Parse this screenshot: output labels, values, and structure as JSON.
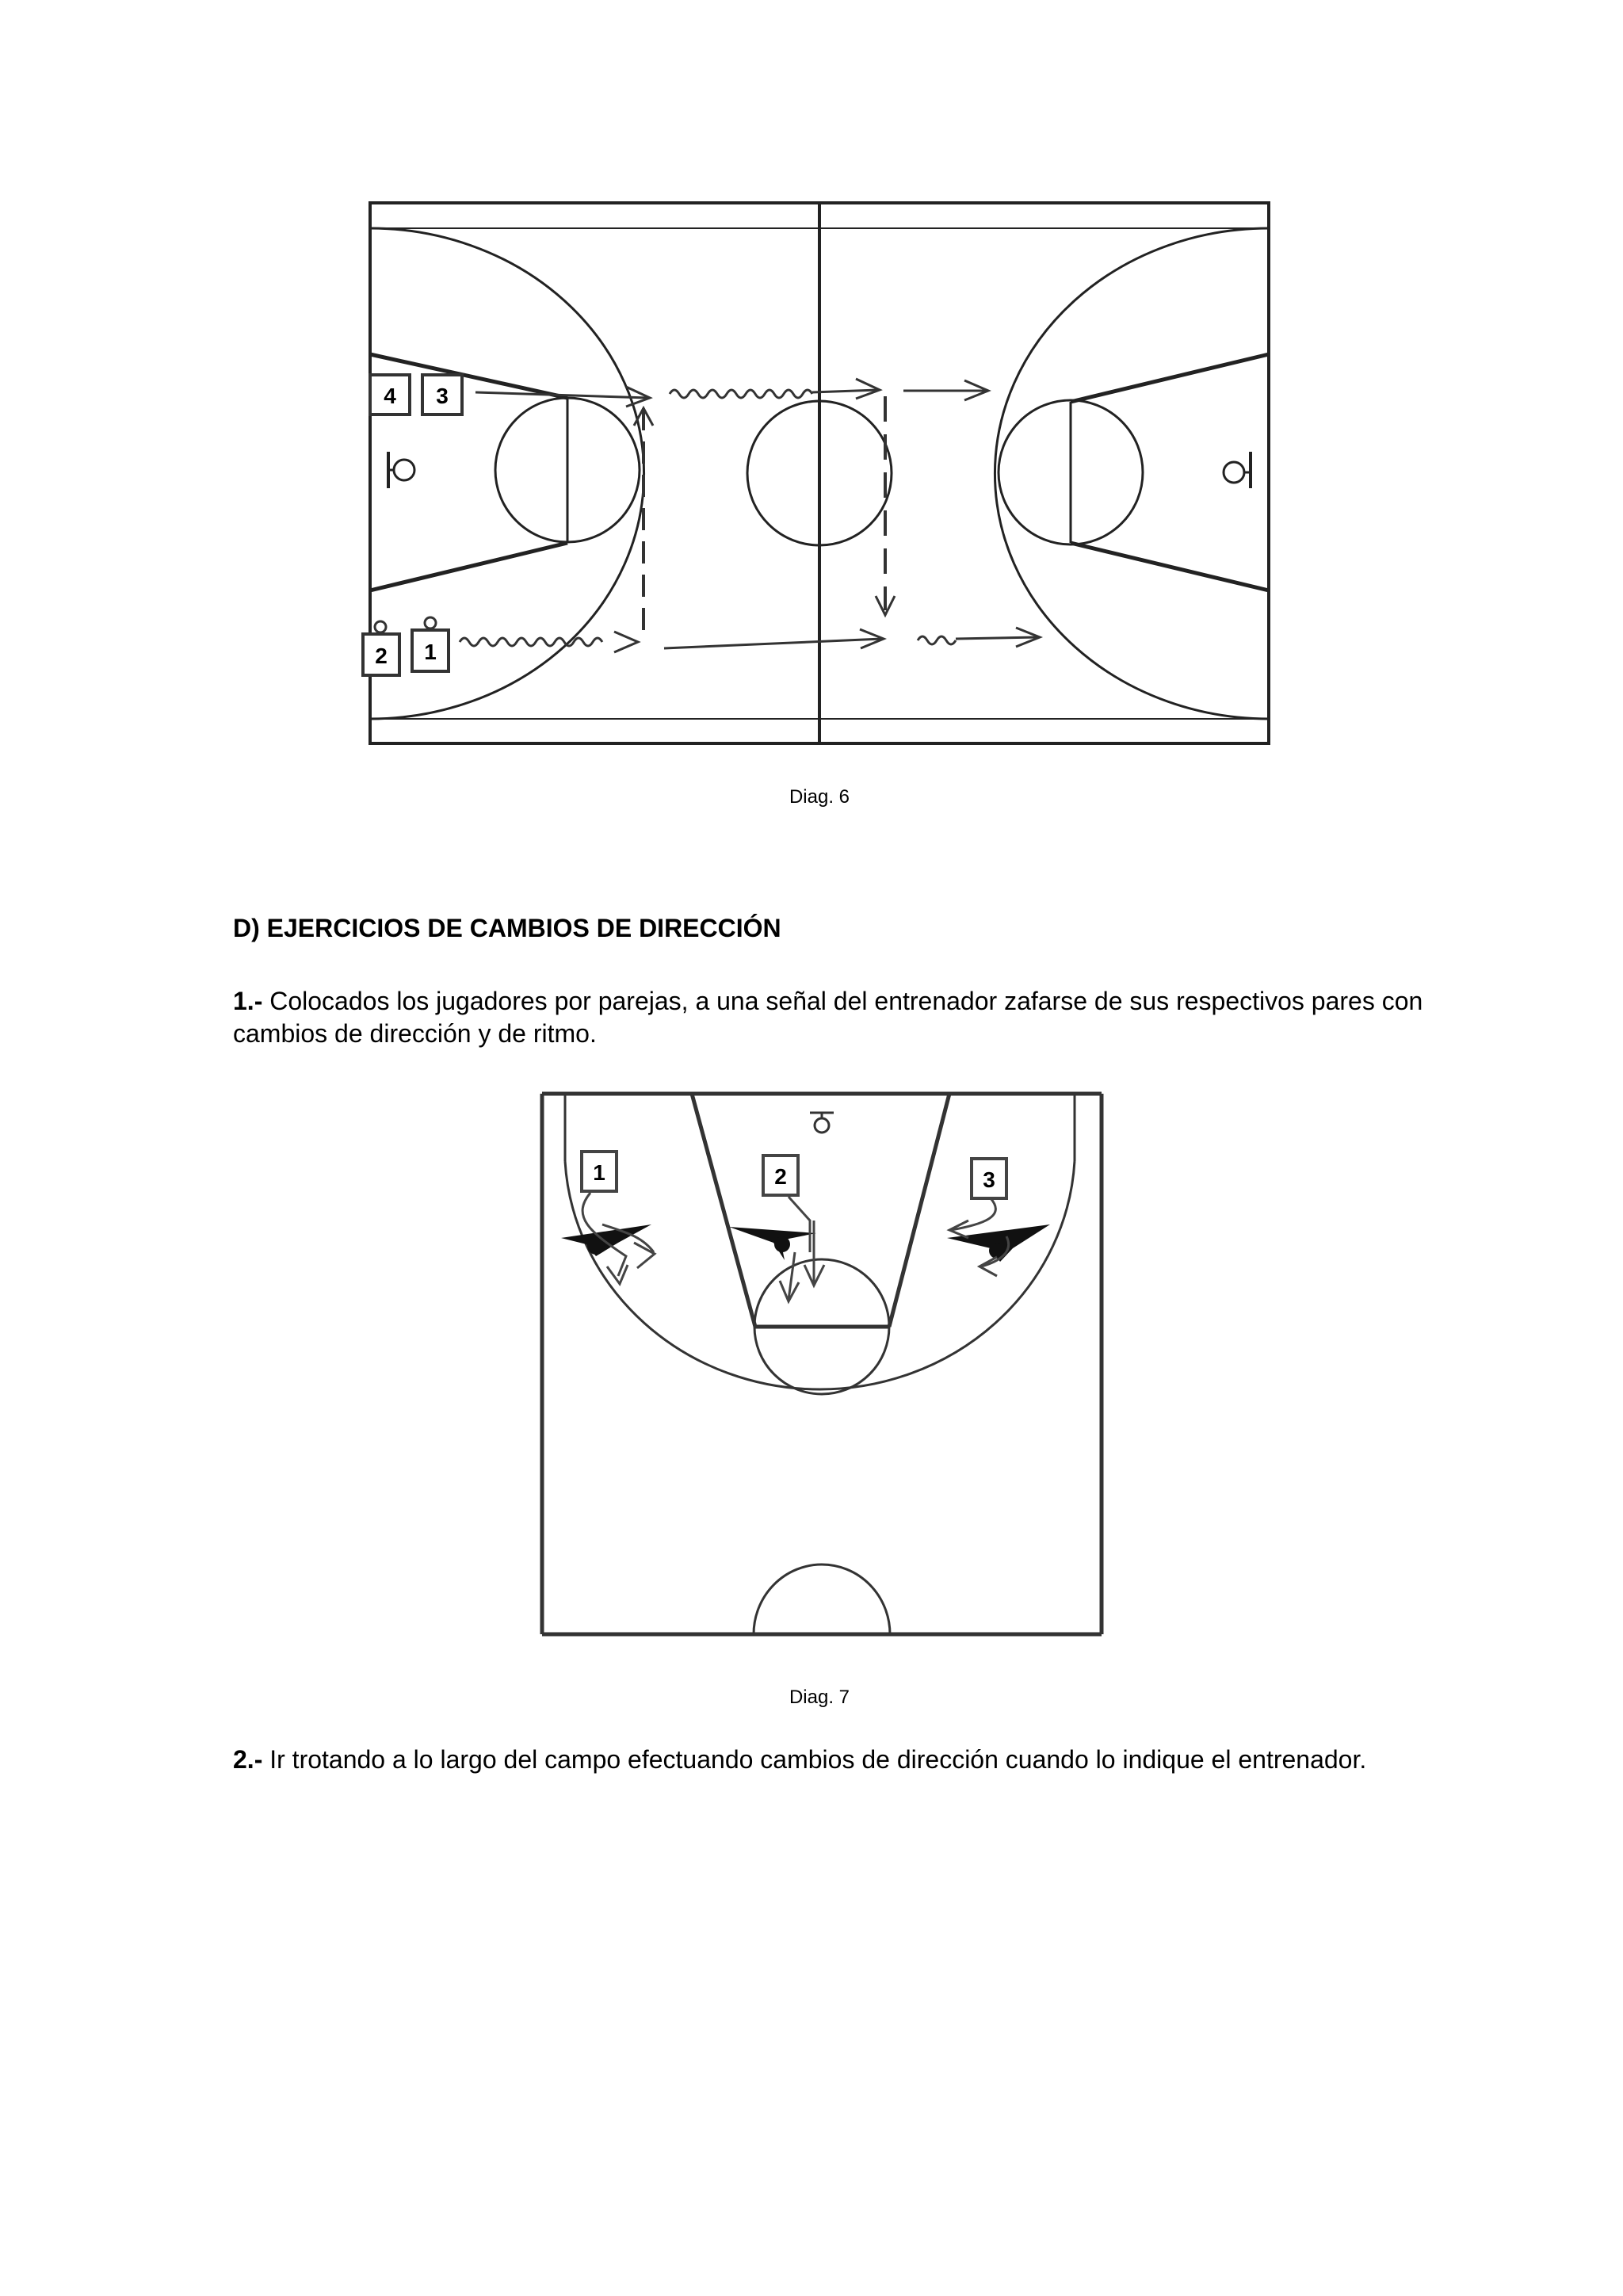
{
  "diagram6": {
    "players": [
      "4",
      "3",
      "2",
      "1"
    ],
    "caption": "Diag. 6"
  },
  "section": {
    "heading": "D) EJERCICIOS DE CAMBIOS DE DIRECCIÓN"
  },
  "exercise1": {
    "number": "1.-",
    "text": " Colocados los jugadores por parejas, a una señal del entrenador zafarse de sus respectivos pares con cambios de dirección y de ritmo."
  },
  "diagram7": {
    "players": [
      "1",
      "2",
      "3"
    ],
    "caption": "Diag. 7"
  },
  "exercise2": {
    "number": "2.-",
    "text": " Ir trotando a lo largo del campo efectuando cambios de dirección cuando lo indique el entrenador."
  }
}
